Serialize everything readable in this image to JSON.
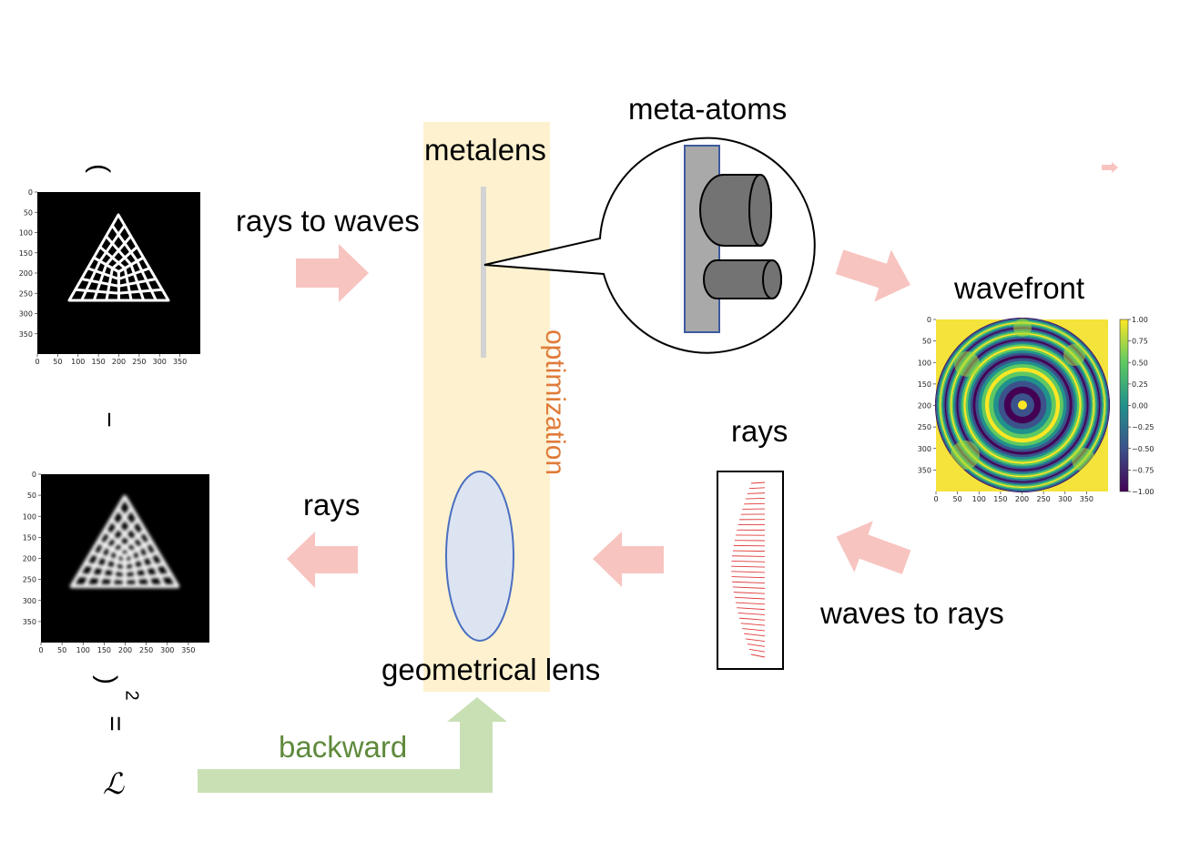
{
  "labels": {
    "meta_atoms": "meta-atoms",
    "metalens": "metalens",
    "rays_to_waves": "rays to waves",
    "wavefront": "wavefront",
    "optimization": "optimization",
    "rays_top": "rays",
    "rays_left": "rays",
    "waves_to_rays": "waves to rays",
    "geometrical_lens": "geometrical lens",
    "backward": "backward"
  },
  "loss": {
    "open_paren": "(",
    "minus": "−",
    "close_paren": ")",
    "exponent": "2",
    "equals": "=",
    "symbol": "ℒ"
  },
  "target_plot": {
    "xticks": [
      "0",
      "50",
      "100",
      "150",
      "200",
      "250",
      "300",
      "350"
    ],
    "yticks": [
      "0",
      "50",
      "100",
      "150",
      "200",
      "250",
      "300",
      "350"
    ]
  },
  "output_plot": {
    "xticks": [
      "0",
      "50",
      "100",
      "150",
      "200",
      "250",
      "300",
      "350"
    ],
    "yticks": [
      "0",
      "50",
      "100",
      "150",
      "200",
      "250",
      "300",
      "350"
    ]
  },
  "wavefront_plot": {
    "xticks": [
      "0",
      "50",
      "100",
      "150",
      "200",
      "250",
      "300",
      "350"
    ],
    "yticks": [
      "0",
      "50",
      "100",
      "150",
      "200",
      "250",
      "300",
      "350"
    ],
    "colorbar_ticks": [
      "1.00",
      "0.75",
      "0.50",
      "0.25",
      "0.00",
      "−0.25",
      "−0.50",
      "−0.75",
      "−1.00"
    ]
  },
  "colors": {
    "highlight_band": "#fdf1cf",
    "flow_arrow": "#f7c4c0",
    "backward_arrow": "#c9e0b5",
    "backward_text": "#5f8a3c",
    "optimization_text": "#e07b39",
    "lens_fill": "#dde4f1",
    "lens_stroke": "#4a6fc2"
  }
}
